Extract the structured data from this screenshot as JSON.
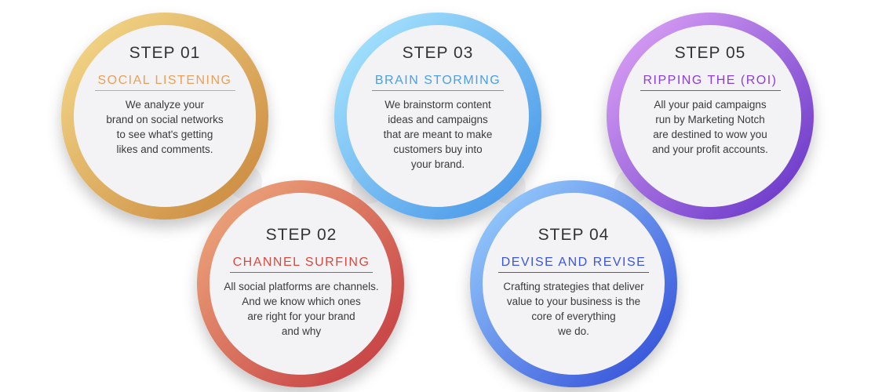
{
  "steps": [
    {
      "title": "STEP 01",
      "name": "SOCIAL LISTENING",
      "description": "We analyze your\nbrand on social networks\nto see what's getting\nlikes and comments.",
      "accent": "#e8a05a",
      "gradient": [
        "#f6dd8e",
        "#c8843a"
      ]
    },
    {
      "title": "STEP 02",
      "name": "CHANNEL SURFING",
      "description": "All social platforms are channels.\nAnd we know which ones\nare right for your brand\nand why",
      "accent": "#d9483f",
      "gradient": [
        "#f0b080",
        "#c2343e"
      ]
    },
    {
      "title": "STEP 03",
      "name": "BRAIN STORMING",
      "description": "We brainstorm content\nideas and campaigns\nthat are meant to make\ncustomers buy into\nyour brand.",
      "accent": "#4a9fe8",
      "gradient": [
        "#aeeaff",
        "#3f8fe6"
      ]
    },
    {
      "title": "STEP 04",
      "name": "DEVISE AND REVISE",
      "description": "Crafting strategies that deliver\nvalue to your business is the\ncore of everything\nwe do.",
      "accent": "#3a55e0",
      "gradient": [
        "#9fd8ff",
        "#2b45d6"
      ]
    },
    {
      "title": "STEP 05",
      "name": "RIPPING THE (ROI)",
      "description": "All your paid campaigns\nrun by Marketing Notch\nare destined to wow you\nand your profit accounts.",
      "accent": "#8a3fd8",
      "gradient": [
        "#e3a8f8",
        "#5e2ec4"
      ]
    }
  ]
}
